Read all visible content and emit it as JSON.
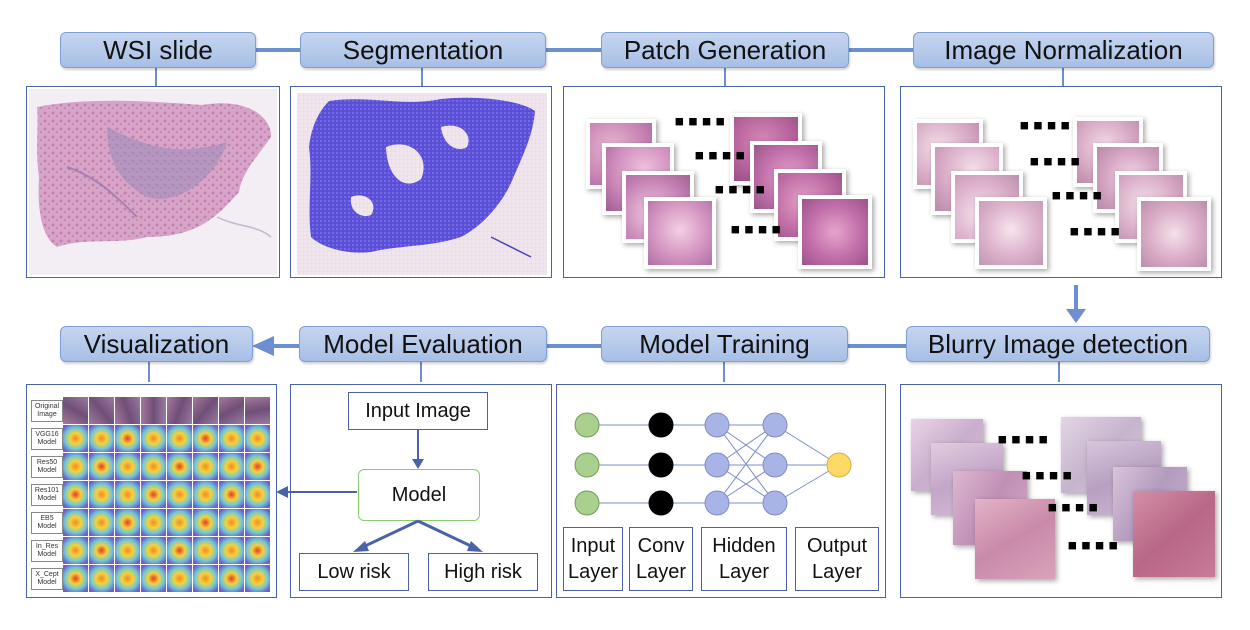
{
  "steps": {
    "wsi": "WSI slide",
    "segmentation": "Segmentation",
    "patch": "Patch Generation",
    "normalization": "Image Normalization",
    "blurry": "Blurry Image detection",
    "training": "Model Training",
    "evaluation": "Model Evaluation",
    "visualization": "Visualization"
  },
  "evaluation": {
    "input": "Input Image",
    "model": "Model",
    "low": "Low risk",
    "high": "High risk"
  },
  "network": {
    "layers": [
      "Input\nLayer",
      "Conv\nLayer",
      "Hidden\nLayer",
      "Output\nLayer"
    ]
  },
  "visualization": {
    "rows": [
      "Original\nImage",
      "VGG16\nModel",
      "Res50\nModel",
      "Res101\nModel",
      "EB5\nModel",
      "In_Res\nModel",
      "X_Cept\nModel"
    ]
  },
  "colors": {
    "header_fill": "#b3c8ec",
    "flow_line": "#6b8fd0",
    "panel_border": "#4a62a8",
    "input_node": "#a9d08e",
    "conv_node": "#000000",
    "hidden_node": "#a9b4e6",
    "output_node": "#ffd966",
    "segment_mask": "#5a4fd6",
    "tissue": "#c889b6"
  }
}
